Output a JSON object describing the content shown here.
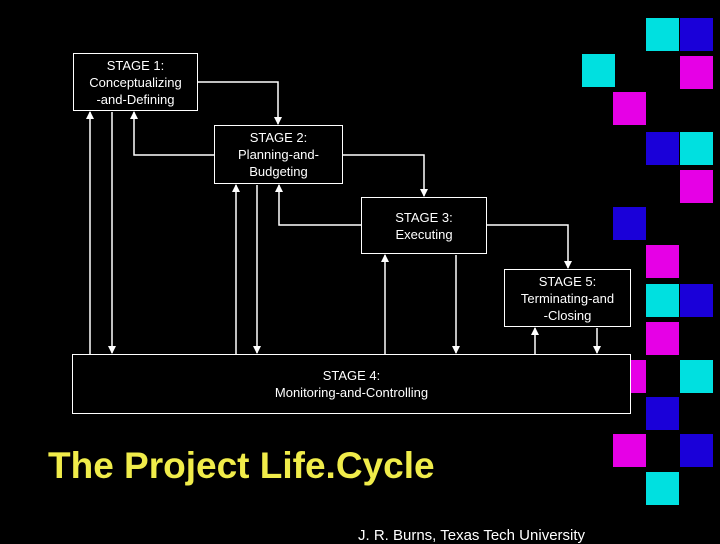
{
  "stages": {
    "stage1": "STAGE 1:\nConceptualizing\n-and-Defining",
    "stage2": "STAGE 2:\nPlanning-and-\nBudgeting",
    "stage3": "STAGE 3:\nExecuting",
    "stage5": "STAGE 5:\nTerminating-and\n-Closing",
    "stage4": "STAGE 4:\nMonitoring-and-Controlling"
  },
  "title": "The Project Life.Cycle",
  "credit": "J. R. Burns, Texas Tech University",
  "colors": {
    "background": "#000000",
    "title": "#f0ec4a",
    "lines": "#ffffff",
    "tile_cyan": "#00e5e5",
    "tile_magenta": "#e600e6",
    "tile_blue": "#1a00d9"
  }
}
